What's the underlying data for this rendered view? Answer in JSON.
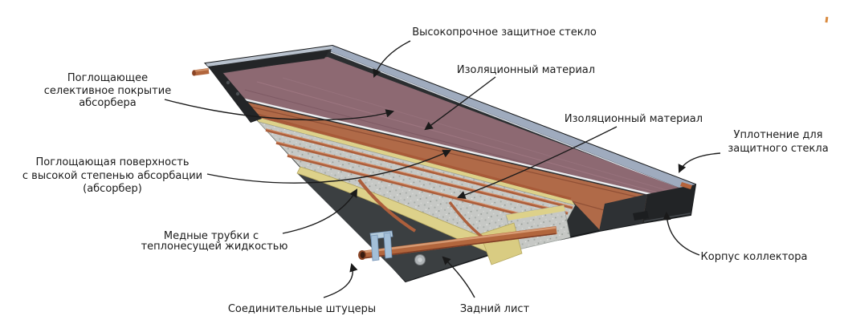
{
  "figure": {
    "subject": "Flat-plate solar collector cutaway diagram",
    "labels": {
      "glass": {
        "text": "Высокопрочное защитное стекло"
      },
      "insulation_top": {
        "text": "Изоляционный материал"
      },
      "insulation_right": {
        "text": "Изоляционный материал"
      },
      "seal": {
        "lines": [
          "Уплотнение для",
          "защитного стекла"
        ]
      },
      "housing": {
        "text": "Корпус коллектора"
      },
      "coating": {
        "lines": [
          "Поглощающее",
          "селективное покрытие",
          "абсорбера"
        ]
      },
      "absorber": {
        "lines": [
          "Поглощающая поверхность",
          "с высокой степенью абсорбации",
          "(абсорбер)"
        ]
      },
      "tubes": {
        "lines": [
          "Медные трубки с",
          "теплонесущей жидкостью"
        ]
      },
      "fittings": {
        "text": "Соединительные штуцеры"
      },
      "back_sheet": {
        "text": "Задний лист"
      }
    },
    "colors": {
      "frame_dark": "#2b2e30",
      "glass_tint": "#8d6972",
      "glass_edge_silver": "#9fabbe",
      "absorber_copper": "#b06a48",
      "copper_tube": "#ad5f3c",
      "insulation_yellow": "#ddd18a",
      "insulation_gray": "#c6c8c5",
      "back_sheet": "#3b3f41",
      "clamp_blue": "#a3bfd8",
      "arrow": "#1a1a1a"
    }
  }
}
